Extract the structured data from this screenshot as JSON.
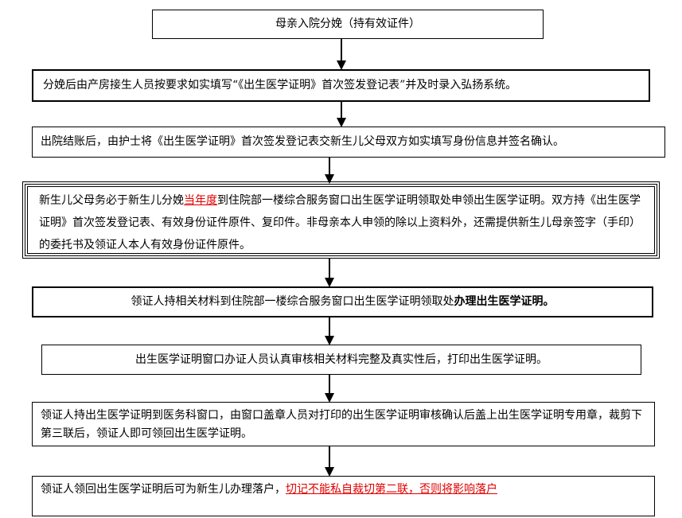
{
  "steps": {
    "s1": "母亲入院分娩（持有效证件）",
    "s2": "分娩后由产房接生人员按要求如实填写“《出生医学证明》首次签发登记表”并及时录入弘扬系统。",
    "s3": "出院结账后，由护士将《出生医学证明》首次签发登记表交新生儿父母双方如实填写身份信息并签名确认。",
    "s4a": "新生儿父母务必于新生儿分娩",
    "s4red": "当年度",
    "s4b": "到住院部一楼综合服务窗口出生医学证明领取处申领出生医学证明。双方持《出生医学证明》首次签发登记表、有效身份证件原件、复印件。非母亲本人申领的除以上资料外，还需提供新生儿母亲签字（手印）的委托书及领证人本人有效身份证件原件。",
    "s5a": "领证人持相关材料到住院部一楼综合服务窗口出生医学证明领取处",
    "s5bold": "办理出生医学证明。",
    "s6": "出生医学证明窗口办证人员认真审核相关材料完整及真实性后，打印出生医学证明。",
    "s7": "领证人持出生医学证明到医务科窗口，由窗口盖章人员对打印的出生医学证明审核确认后盖上出生医学证明专用章，裁剪下第三联后，领证人即可领回出生医学证明。",
    "s8a": "领证人领回出生医学证明后可为新生儿办理落户，",
    "s8red": "切记不能私自裁切第二联，否则将影响落户"
  },
  "colors": {
    "warning": "#e00000"
  }
}
